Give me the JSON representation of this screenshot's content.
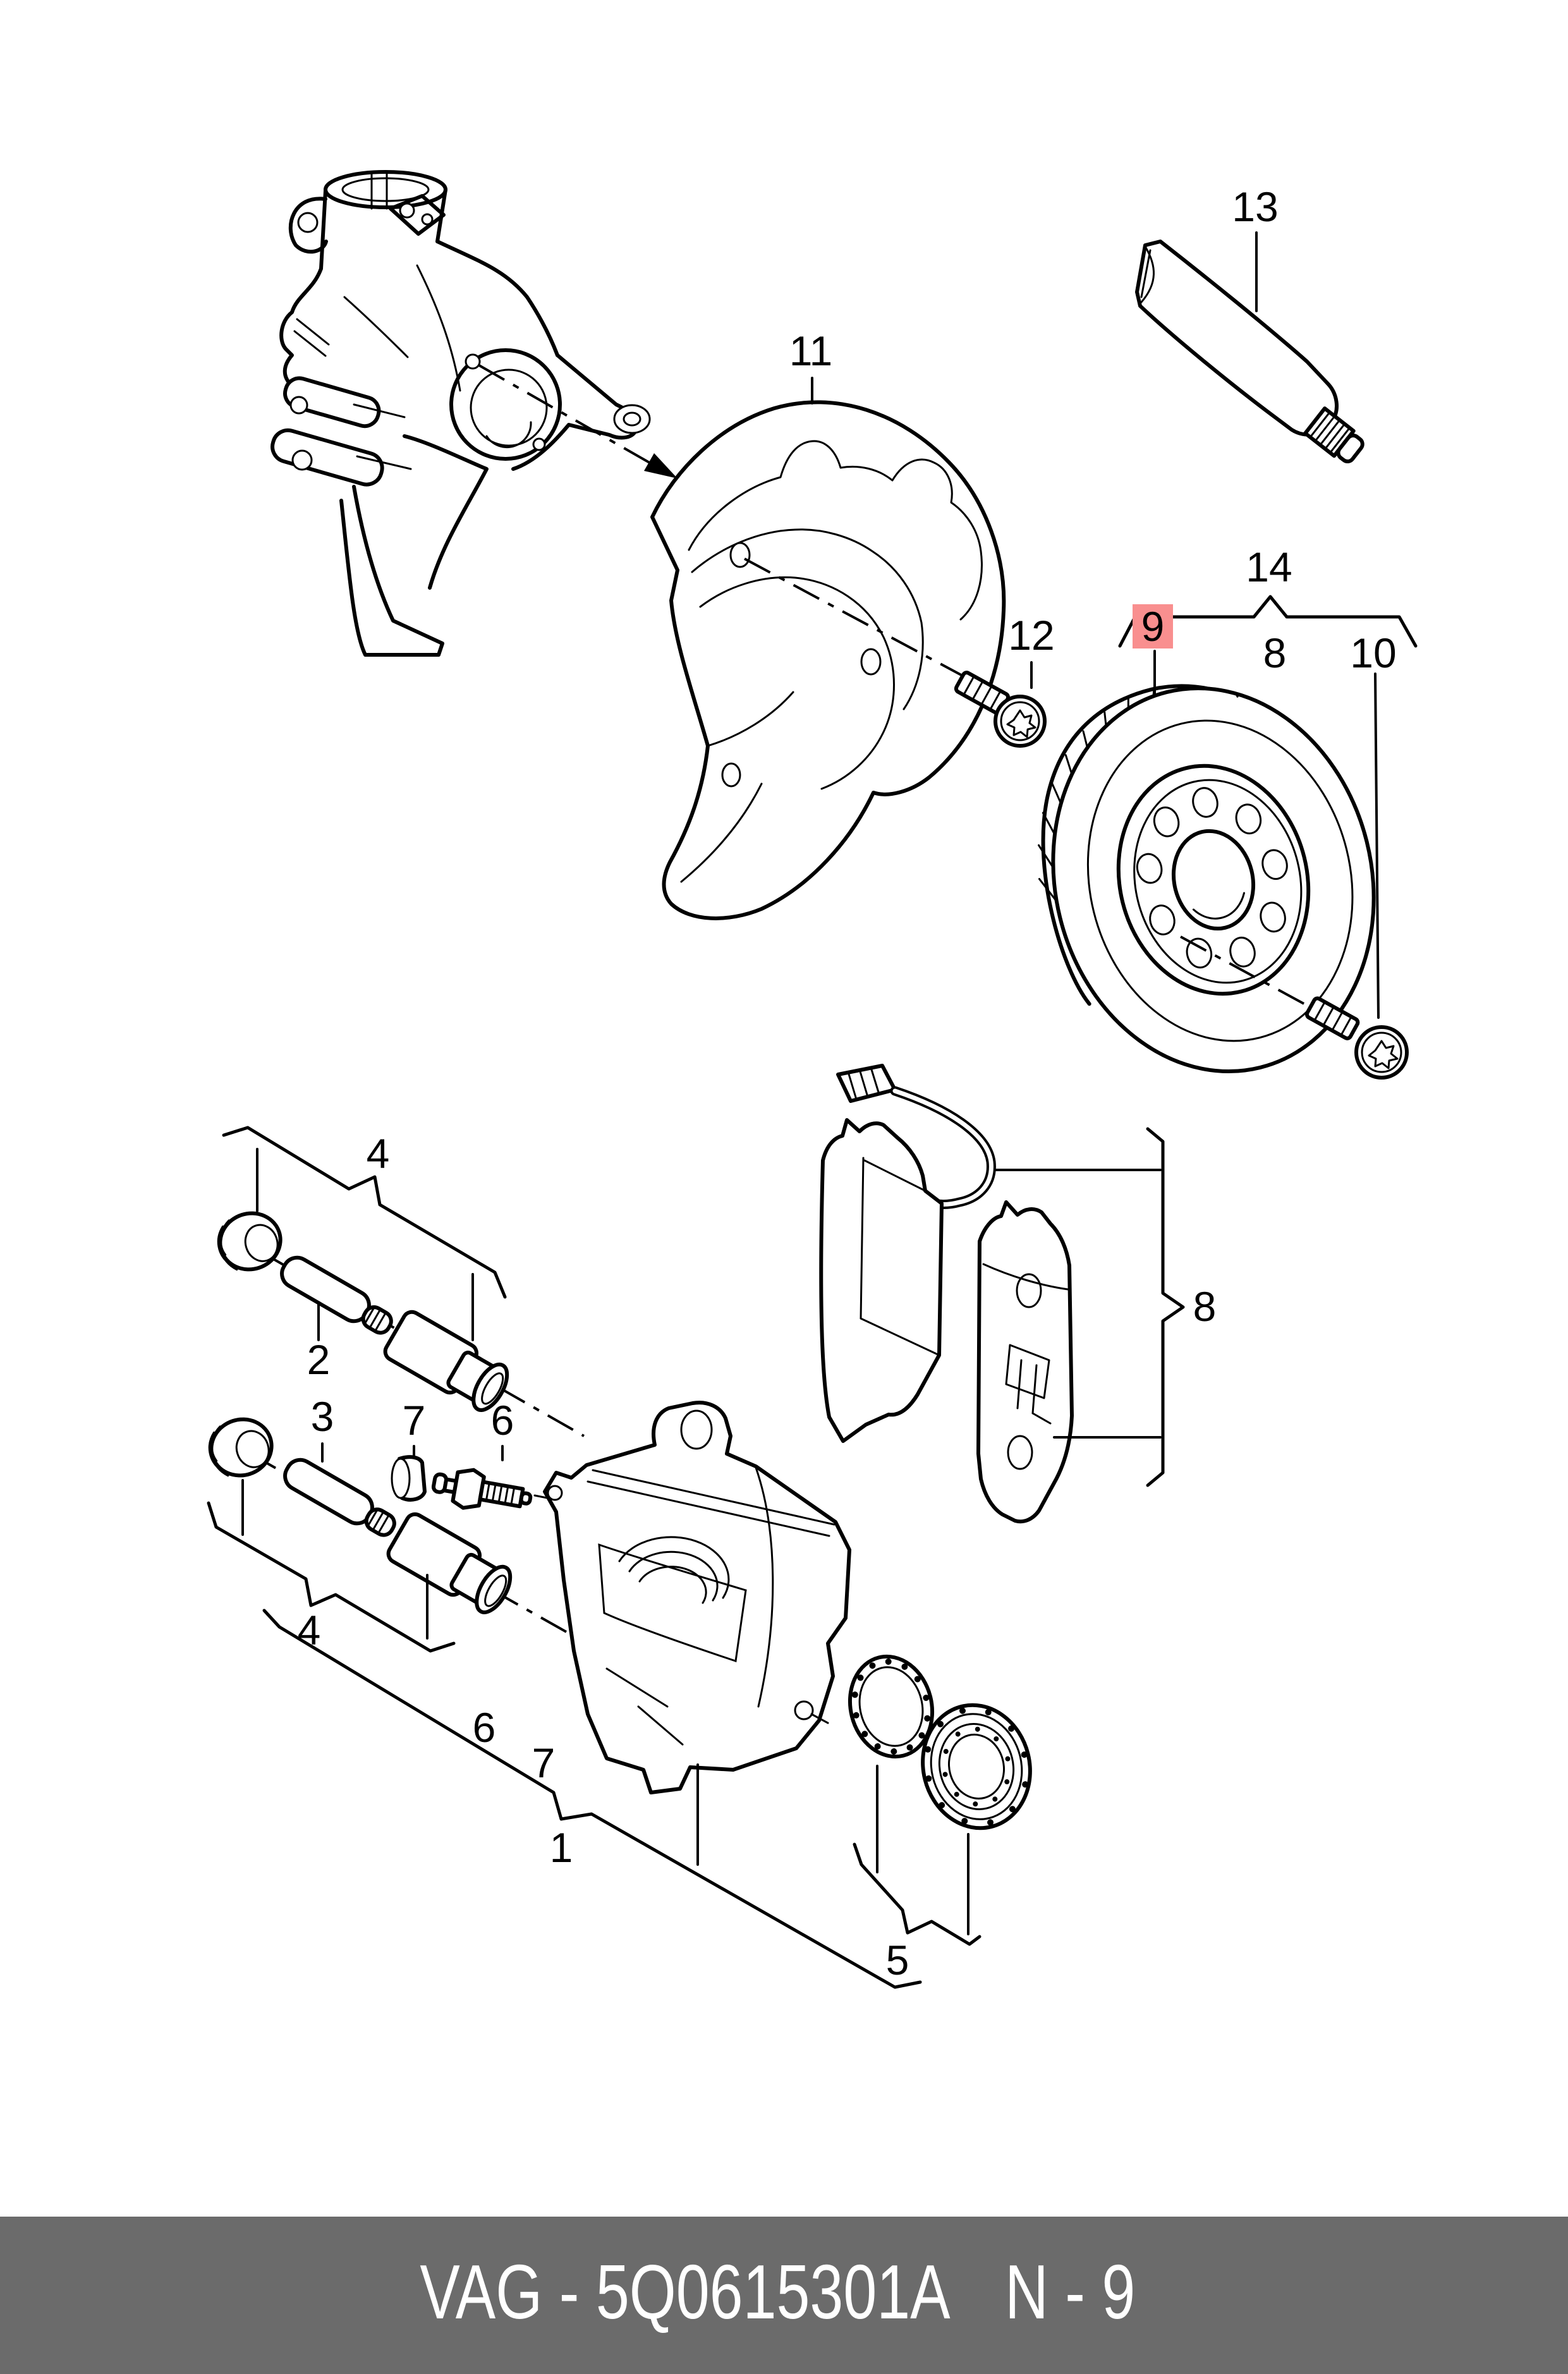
{
  "document": {
    "type": "parts-catalog-exploded-diagram",
    "footer": {
      "left_text": "VAG - 5Q0615301A",
      "right_text": "N - 9"
    }
  },
  "colors": {
    "background": "#ffffff",
    "line": "#000000",
    "footer_bar": "#6b6b6b",
    "footer_text": "#ffffff",
    "highlight_fill": "#f98f8f",
    "highlight_text": "#8c1d1d"
  },
  "callouts": [
    {
      "num": "11"
    },
    {
      "num": "12"
    },
    {
      "num": "13"
    },
    {
      "num": "14"
    },
    {
      "num": "9",
      "highlighted": true
    },
    {
      "num": "8"
    },
    {
      "num": "10"
    },
    {
      "num": "4"
    },
    {
      "num": "2"
    },
    {
      "num": "3"
    },
    {
      "num": "7"
    },
    {
      "num": "6"
    },
    {
      "num": "4"
    },
    {
      "num": "8"
    },
    {
      "num": "6"
    },
    {
      "num": "7"
    },
    {
      "num": "1"
    },
    {
      "num": "5"
    }
  ]
}
